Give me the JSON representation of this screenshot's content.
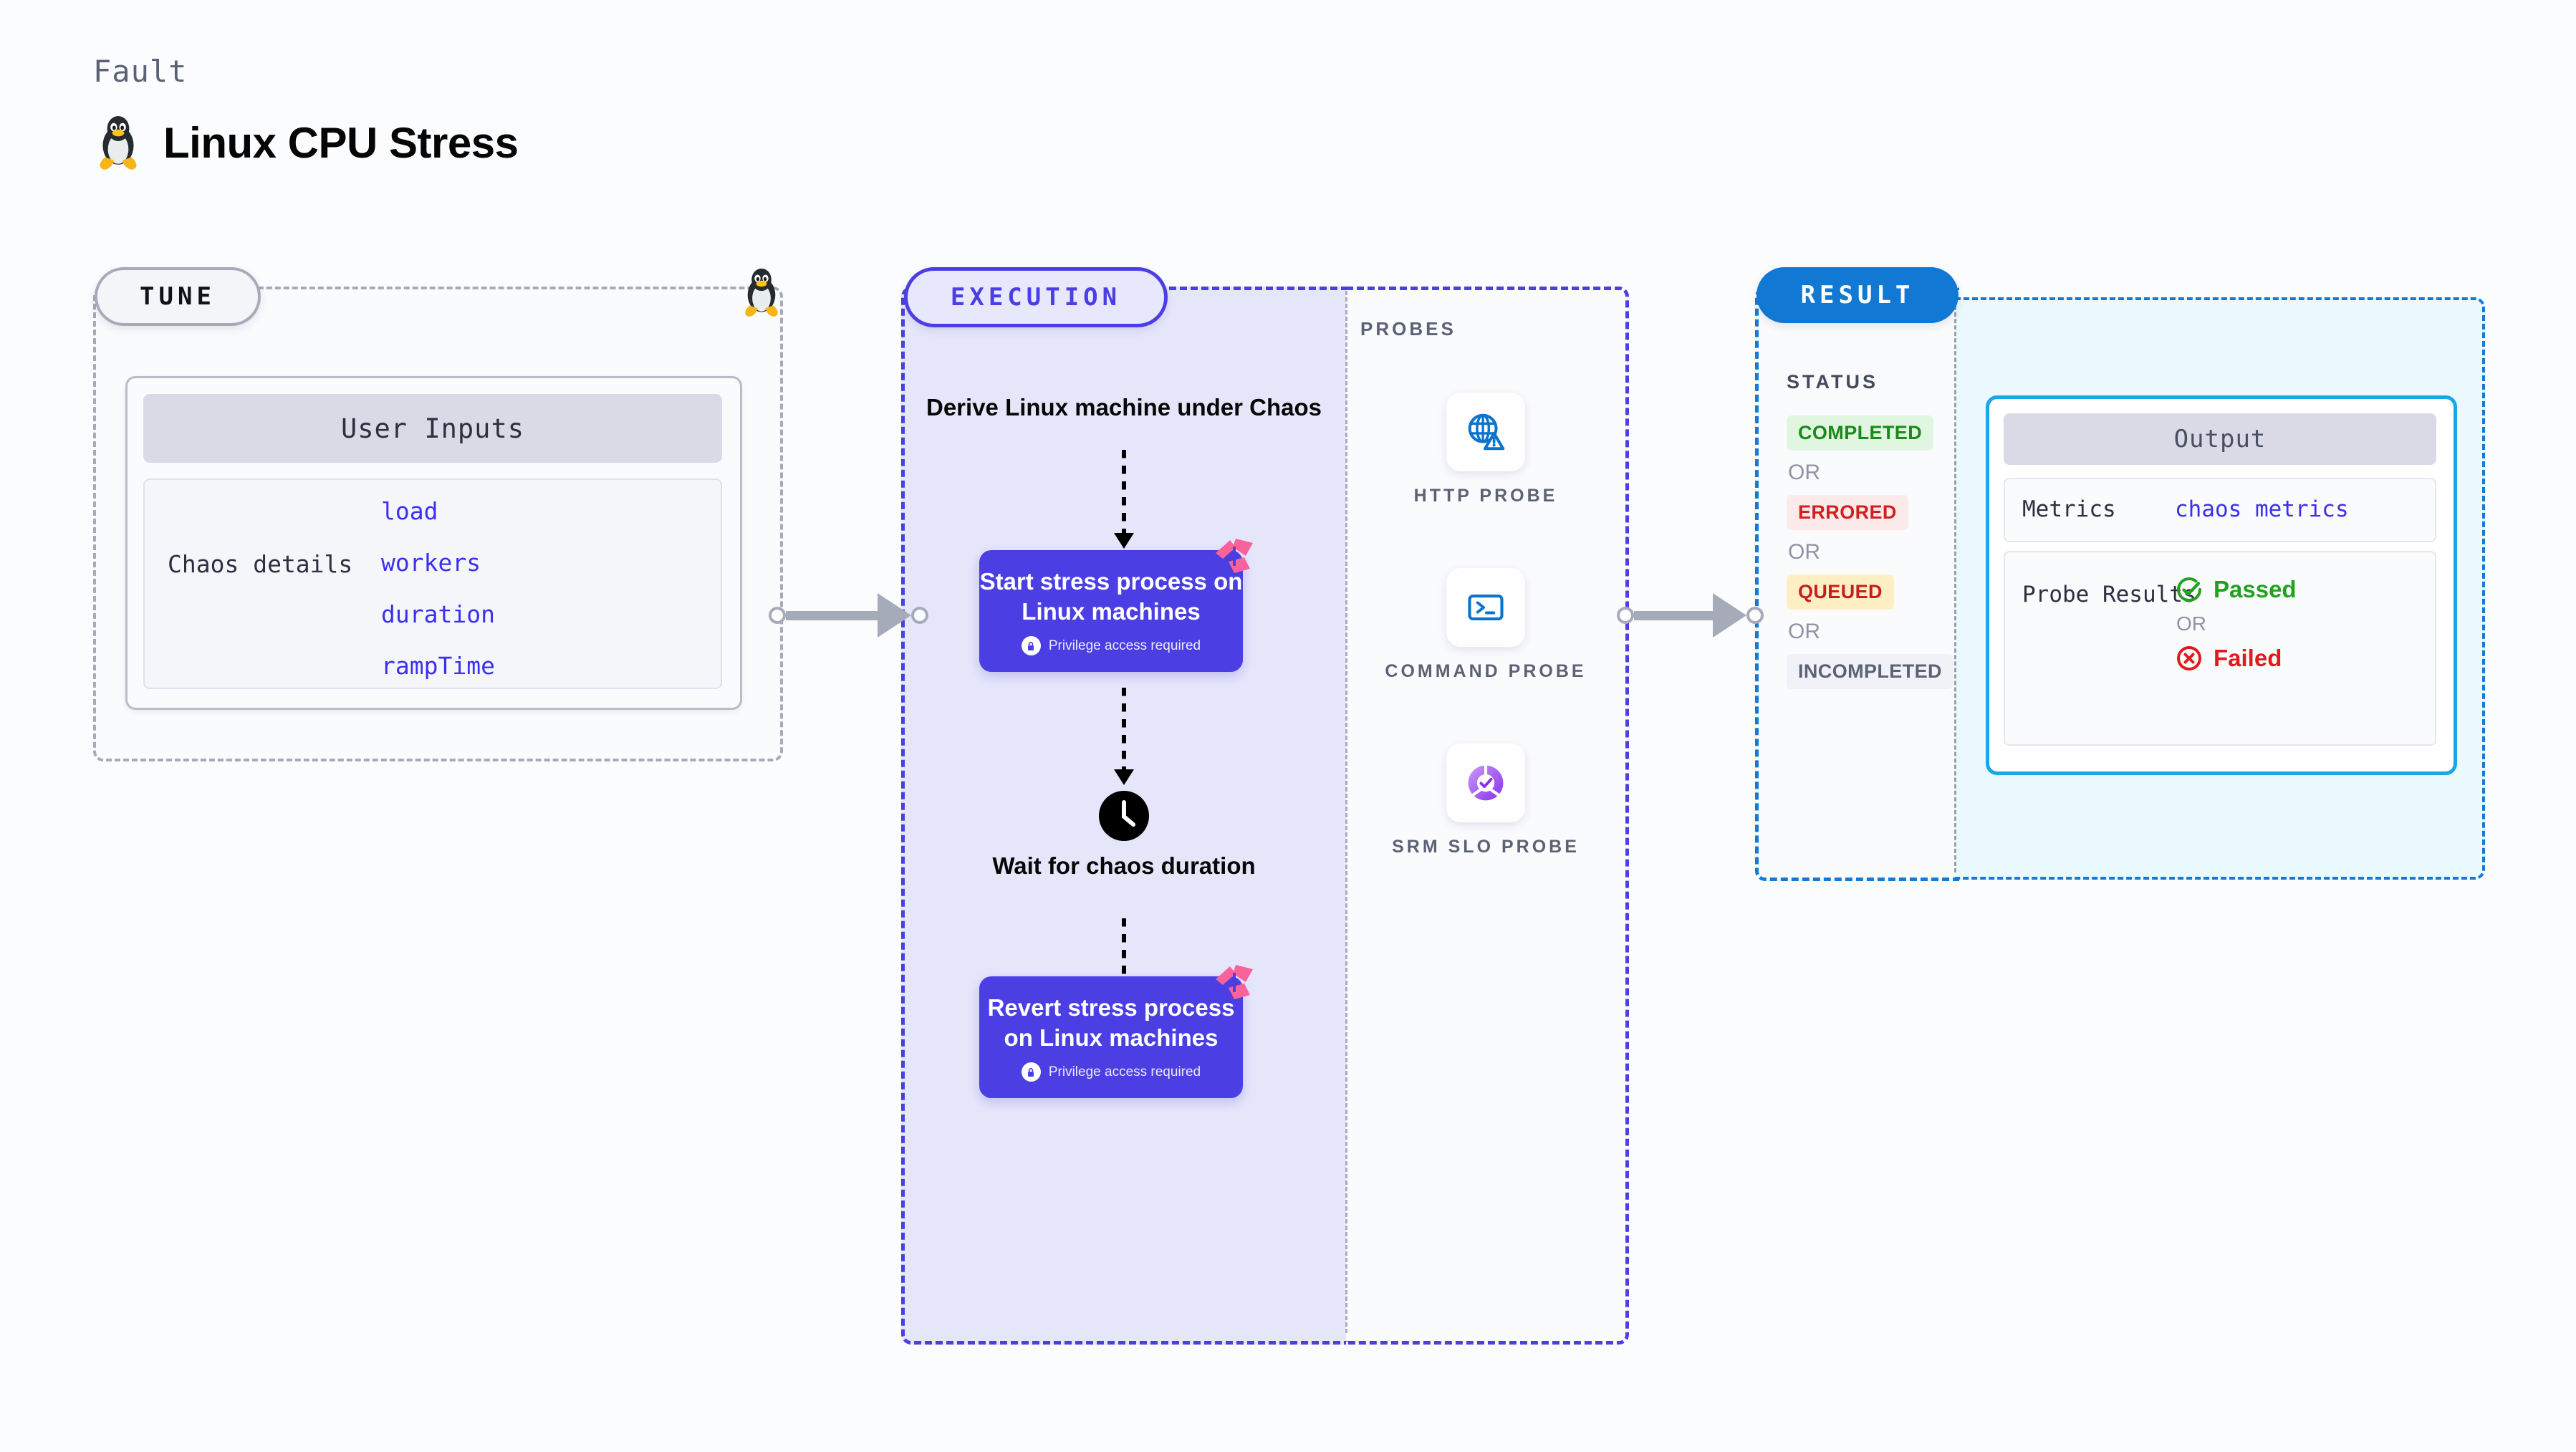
{
  "header": {
    "eyebrow": "Fault",
    "title": "Linux CPU Stress",
    "icon": "linux-penguin-icon"
  },
  "tune": {
    "pill_label": "TUNE",
    "marker_icon": "linux-penguin-icon",
    "user_inputs_title": "User Inputs",
    "chaos_details_label": "Chaos details",
    "params": [
      "load",
      "workers",
      "duration",
      "rampTime"
    ]
  },
  "execution": {
    "pill_label": "EXECUTION",
    "derive_step": "Derive Linux machine under Chaos",
    "wait_step": "Wait for chaos duration",
    "wait_icon": "clock-icon",
    "steps": [
      {
        "title": "Start stress process on Linux machines",
        "subtitle": "Privilege access required",
        "badge_icon": "lock-icon",
        "corner_icon": "harness-logo-icon"
      },
      {
        "title": "Revert stress process on Linux machines",
        "subtitle": "Privilege access required",
        "badge_icon": "lock-icon",
        "corner_icon": "harness-logo-icon"
      }
    ]
  },
  "probes": {
    "label": "PROBES",
    "items": [
      {
        "caption": "HTTP PROBE",
        "icon": "globe-warning-icon"
      },
      {
        "caption": "COMMAND PROBE",
        "icon": "terminal-icon"
      },
      {
        "caption": "SRM SLO PROBE",
        "icon": "slo-check-icon"
      }
    ]
  },
  "result": {
    "pill_label": "RESULT",
    "status_label": "STATUS",
    "or_label": "OR",
    "statuses": [
      {
        "label": "COMPLETED",
        "color": "#1a8a1a",
        "bg": "#e1f6e0"
      },
      {
        "label": "ERRORED",
        "color": "#d02121",
        "bg": "#fdeaea"
      },
      {
        "label": "QUEUED",
        "color": "#c31f1f",
        "bg": "#fdeec3"
      },
      {
        "label": "INCOMPLETED",
        "color": "#5b6275",
        "bg": "#f1f2f7"
      }
    ],
    "output": {
      "title": "Output",
      "metrics_label": "Metrics",
      "metrics_value": "chaos metrics",
      "probe_results_label": "Probe Results",
      "passed_label": "Passed",
      "failed_label": "Failed",
      "passed_icon": "check-circle-icon",
      "failed_icon": "x-circle-icon",
      "or_label": "OR"
    }
  },
  "colors": {
    "execution_accent": "#4b3fe4",
    "result_accent": "#1179d3",
    "output_border": "#16a8e8",
    "tune_border": "#a6abba",
    "param_text": "#3b30ef",
    "harness_pink": "#f9639b",
    "passed_green": "#22a11e",
    "failed_red": "#e01b1b"
  }
}
